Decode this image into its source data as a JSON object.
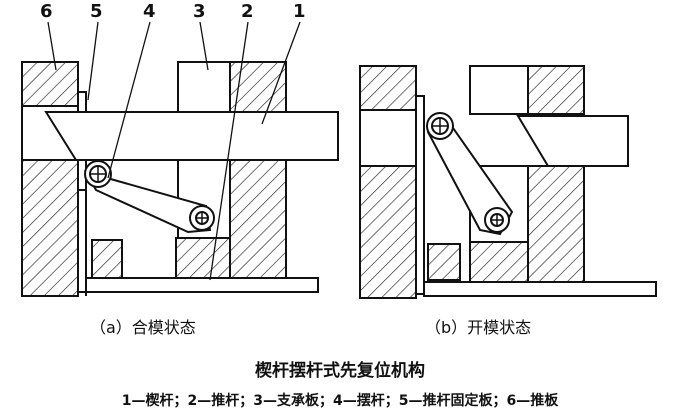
{
  "callouts": {
    "part_6": "6",
    "part_5": "5",
    "part_4": "4",
    "part_3": "3",
    "part_2": "2",
    "part_1": "1"
  },
  "caption_a": "（a）合模状态",
  "caption_b": "（b）开模状态",
  "title": "楔杆摆杆式先复位机构",
  "legend": "1—楔杆；2—推杆；3—支承板；4—摆杆；5—推杆固定板；6—推板"
}
